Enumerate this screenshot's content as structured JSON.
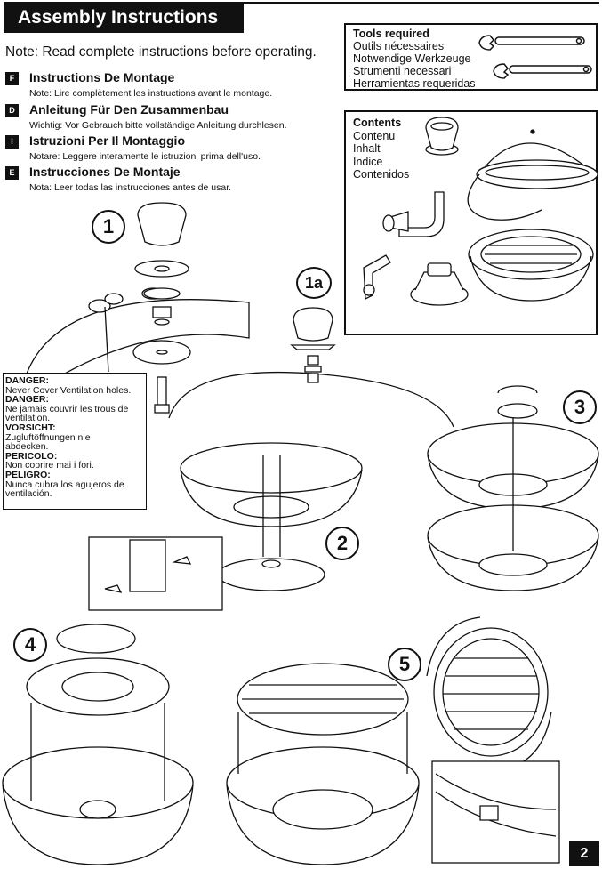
{
  "header": {
    "title": "Assembly Instructions",
    "note": "Note: Read complete instructions before operating."
  },
  "languages": [
    {
      "code": "F",
      "title": "Instructions De Montage",
      "note": "Note: Lire complètement les instructions avant le montage."
    },
    {
      "code": "D",
      "title": "Anleitung Für Den Zusammenbau",
      "note": "Wichtig: Vor Gebrauch bitte vollständige Anleitung durchlesen."
    },
    {
      "code": "I",
      "title": "Istruzioni Per Il Montaggio",
      "note": "Notare: Leggere interamente le istruzioni prima dell'uso."
    },
    {
      "code": "E",
      "title": "Instrucciones De Montaje",
      "note": "Nota: Leer todas las instrucciones antes de usar."
    }
  ],
  "tools": {
    "heading": "Tools required",
    "lines": [
      "Outils nécessaires",
      "Notwendige Werkzeuge",
      "Strumenti necessari",
      "Herramientas requeridas"
    ]
  },
  "contents": {
    "heading": "Contents",
    "lines": [
      "Contenu",
      "Inhalt",
      "Indice",
      "Contenidos"
    ]
  },
  "danger": [
    {
      "label": "DANGER:",
      "text": "Never Cover Ventilation holes."
    },
    {
      "label": "DANGER:",
      "text": "Ne jamais couvrir les trous de ventilation."
    },
    {
      "label": "VORSICHT:",
      "text": "Zugluftöffnungen nie abdecken."
    },
    {
      "label": "PERICOLO:",
      "text": "Non coprire mai i fori."
    },
    {
      "label": "PELIGRO:",
      "text": "Nunca cubra los agujeros de ventilación."
    }
  ],
  "steps": {
    "s1": "1",
    "s1a": "1a",
    "s2": "2",
    "s3": "3",
    "s4": "4",
    "s5": "5"
  },
  "page_number": "2"
}
